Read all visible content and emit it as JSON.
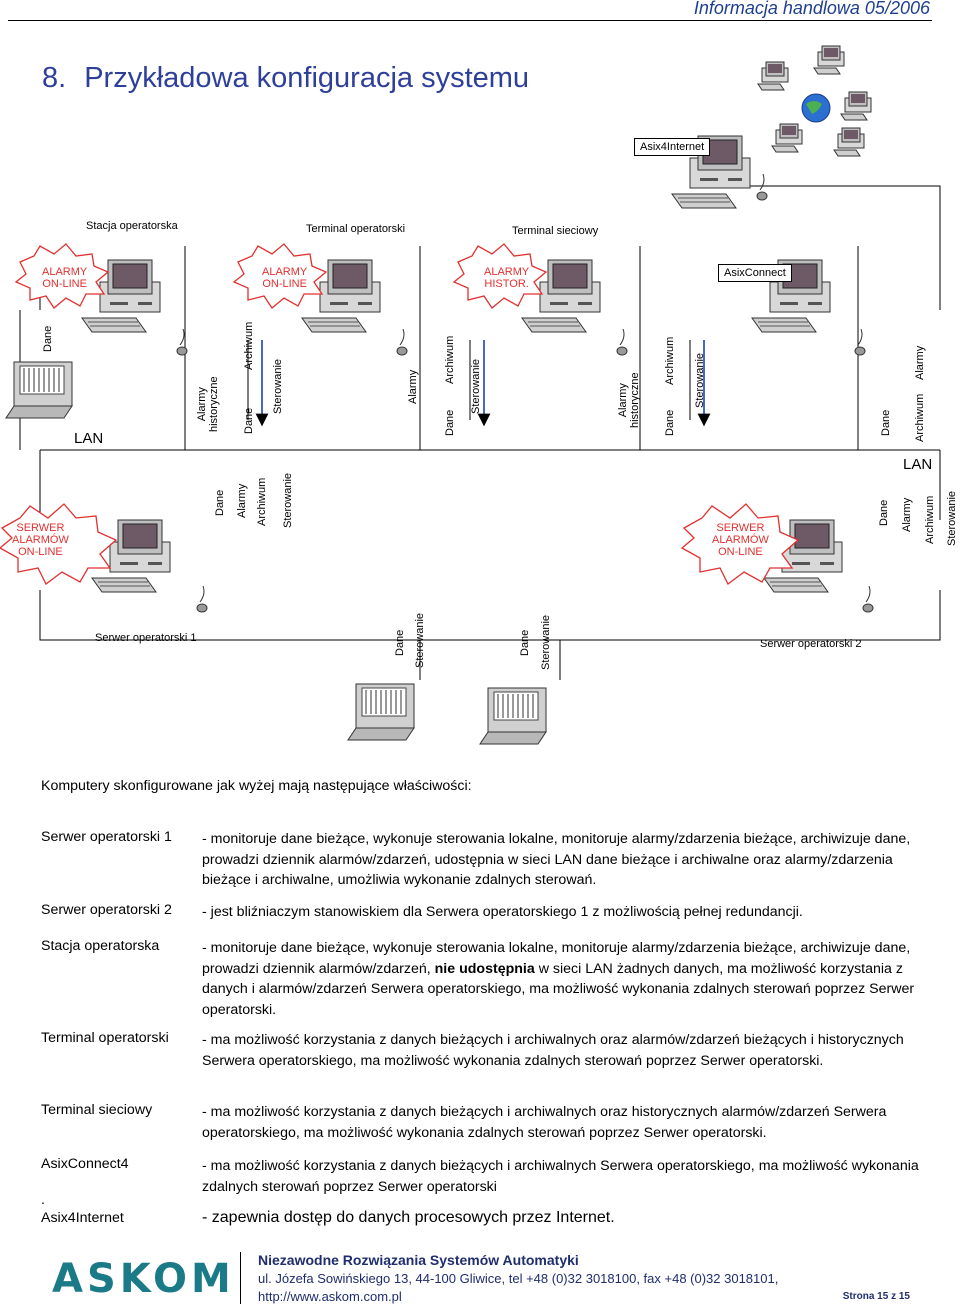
{
  "header": {
    "title": "Informacja handlowa 05/2006"
  },
  "section": {
    "number": "8.",
    "title": "Przykładowa konfiguracja systemu"
  },
  "diagram": {
    "nodes": {
      "asix4internet": "Asix4Internet",
      "stacja": "Stacja operatorska",
      "terminal_op": "Terminal operatorski",
      "terminal_siec": "Terminal sieciowy",
      "alarmy_online_1": "ALARMY\nON-LINE",
      "alarmy_online_2": "ALARMY\nON-LINE",
      "alarmy_histor": "ALARMY\nHISTOR.",
      "asixconnect": "AsixConnect",
      "lan_left": "LAN",
      "lan_right": "LAN",
      "serwer_alarmow_1": "SERWER\nALARMÓW\nON-LINE",
      "serwer_alarmow_2": "SERWER\nALARMÓW\nON-LINE",
      "serwer_op_1": "Serwer operatorski 1",
      "serwer_op_2": "Serwer operatorski 2"
    },
    "flow_labels": {
      "dane": "Dane",
      "alarmy": "Alarmy",
      "archiwum": "Archiwum",
      "sterowanie": "Sterowanie",
      "alarmy_historyczne": "Alarmy\nhistoryczne"
    }
  },
  "description": {
    "intro": "Komputery skonfigurowane jak wyżej mają następujące właściwości:",
    "items": [
      {
        "name": "Serwer operatorski 1",
        "text": "- monitoruje dane bieżące, wykonuje sterowania lokalne, monitoruje alarmy/zdarzenia bieżące, archiwizuje dane, prowadzi dziennik alarmów/zdarzeń, udostępnia w sieci LAN dane bieżące i archiwalne oraz alarmy/zdarzenia bieżące i archiwalne, umożliwia wykonanie zdalnych sterowań."
      },
      {
        "name": "Serwer operatorski 2",
        "text": "- jest bliźniaczym stanowiskiem dla Serwera operatorskiego 1 z możliwością pełnej redundancji."
      },
      {
        "name": "Stacja operatorska",
        "text_a": "- monitoruje dane bieżące, wykonuje sterowania lokalne, monitoruje alarmy/zdarzenia bieżące, archiwizuje dane, prowadzi dziennik alarmów/zdarzeń, ",
        "text_bold": "nie udostępnia",
        "text_b": " w sieci LAN żadnych danych, ma możliwość korzystania z danych i alarmów/zdarzeń Serwera operatorskiego, ma możliwość wykonania zdalnych sterowań poprzez Serwer operatorski."
      },
      {
        "name": "Terminal operatorski",
        "text": "- ma możliwość korzystania z danych bieżących i archiwalnych oraz alarmów/zdarzeń bieżących i historycznych Serwera operatorskiego, ma możliwość wykonania zdalnych sterowań poprzez Serwer operatorski."
      },
      {
        "name": "Terminal sieciowy",
        "text": "- ma możliwość korzystania z danych bieżących i archiwalnych oraz historycznych alarmów/zdarzeń Serwera operatorskiego, ma możliwość wykonania zdalnych sterowań poprzez Serwer operatorski."
      },
      {
        "name": "AsixConnect4",
        "text": "- ma możliwość korzystania z danych bieżących i archiwalnych Serwera operatorskiego, ma możliwość wykonania zdalnych sterowań poprzez Serwer operatorski"
      },
      {
        "name_dot": ".",
        "name": "Asix4Internet",
        "text": "- zapewnia dostęp do danych procesowych przez Internet."
      }
    ]
  },
  "footer": {
    "logo": "ASKOM",
    "company": "Niezawodne Rozwiązania Systemów Automatyki",
    "address": "ul. Józefa Sowińskiego 13, 44-100 Gliwice, tel +48 (0)32 3018100, fax +48 (0)32 3018101,",
    "url": "http://www.askom.com.pl",
    "page": "Strona 15 z 15"
  }
}
